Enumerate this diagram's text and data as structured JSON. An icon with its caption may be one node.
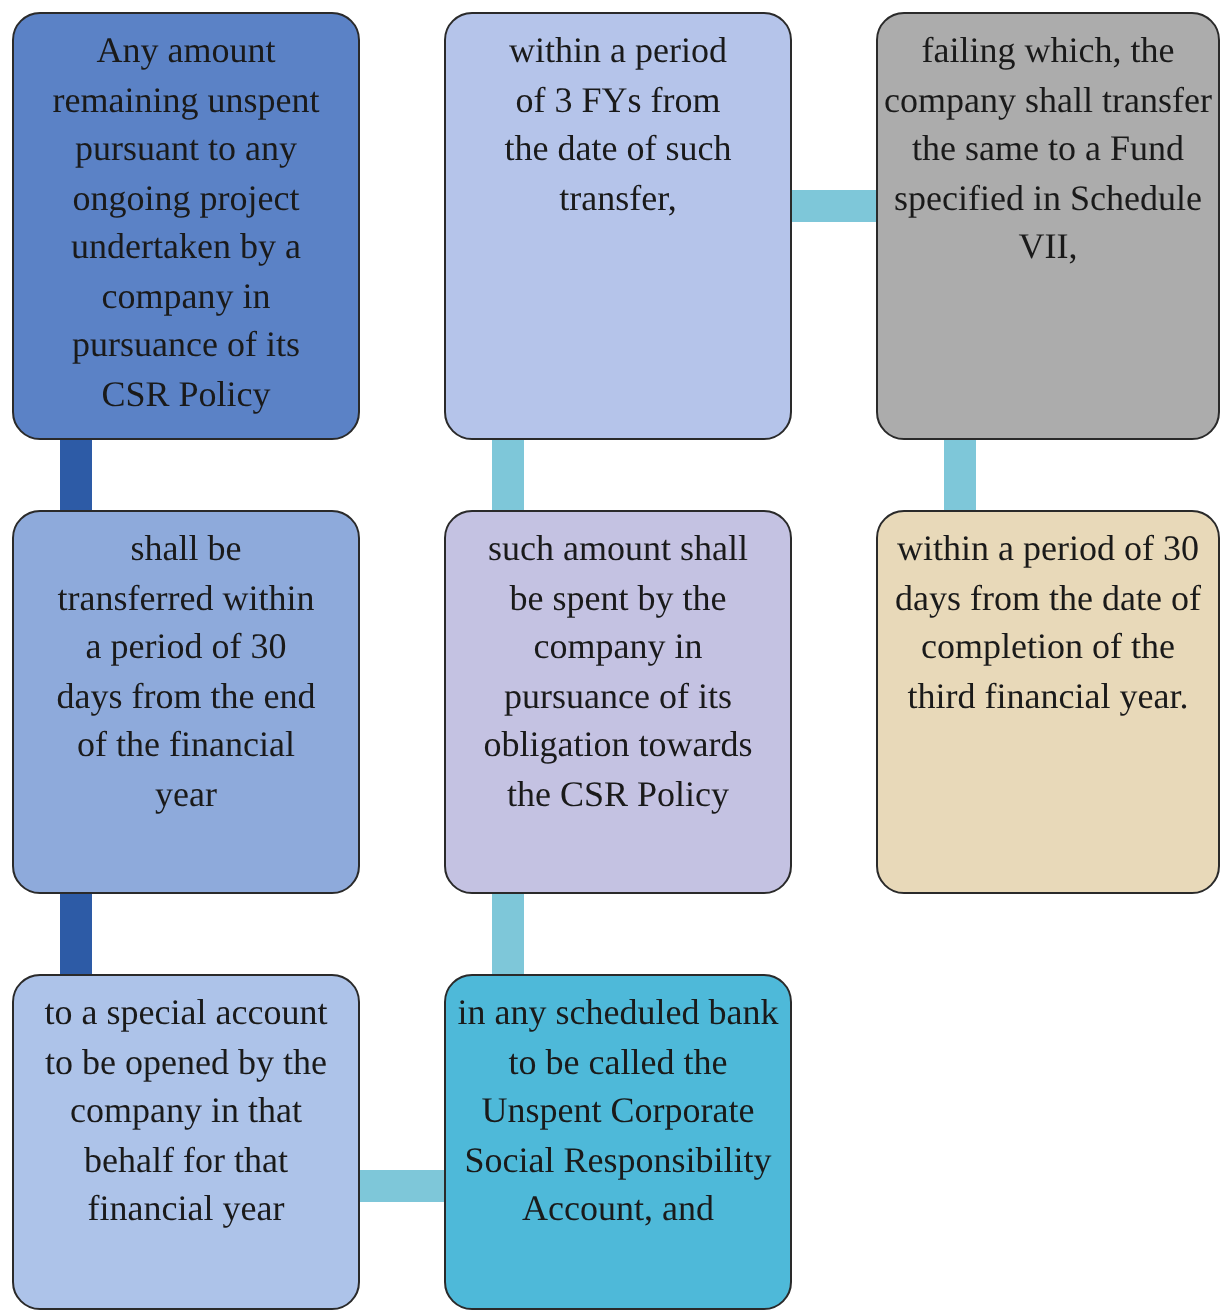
{
  "diagram": {
    "nodes": [
      {
        "text": [
          "Any amount remaining unspent pursuant to any ongoing project undertaken by a company in pursuance of its CSR  Policy"
        ]
      },
      {
        "text": [
          "shall be transferred within a period of 30 days from the end of the financial year"
        ]
      },
      {
        "text": [
          "to a special account to be opened by the company in that behalf for that financial year"
        ]
      },
      {
        "text": [
          "in any scheduled bank to be called the Unspent Corporate Social Responsibility Account, and"
        ]
      },
      {
        "text": [
          "such amount shall be spent by the company in pursuance of its obligation towards the CSR Policy"
        ]
      },
      {
        "text": [
          "within a period of 3 FYs from the date of such transfer,"
        ]
      },
      {
        "text": [
          "failing which, the company shall transfer the same to a Fund specified in Schedule VII,"
        ]
      },
      {
        "text": [
          "within a period of 30 days from the date of completion of the third financial year."
        ]
      }
    ],
    "edges": [
      {
        "from": 0,
        "to": 1,
        "arrow": "none",
        "color": "#2d5ba6"
      },
      {
        "from": 1,
        "to": 2,
        "arrow": "none",
        "color": "#2d5ba6"
      },
      {
        "from": 2,
        "to": 3,
        "arrow": "none"
      },
      {
        "from": 3,
        "to": 4,
        "arrow": "none"
      },
      {
        "from": 4,
        "to": 5,
        "arrow": "none"
      },
      {
        "from": 5,
        "to": 6,
        "arrow": "none"
      },
      {
        "from": 6,
        "to": 7,
        "arrow": "none"
      }
    ]
  }
}
